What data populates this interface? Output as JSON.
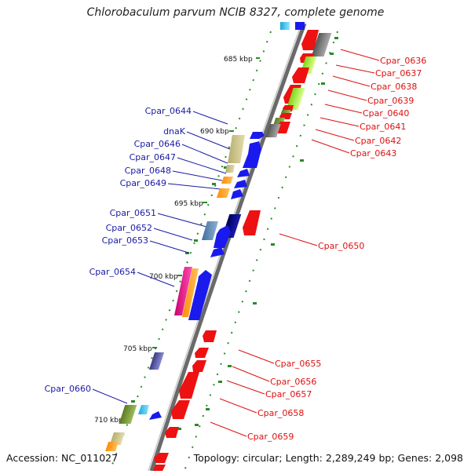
{
  "title": "Chlorobaculum parvum NCIB 8327, complete genome",
  "footer": {
    "accession": "Accession: NC_011027",
    "summary": "Topology: circular; Length: 2,289,249 bp; Genes: 2,098"
  },
  "scale_labels": [
    "685 kbp",
    "690 kbp",
    "695 kbp",
    "700 kbp",
    "705 kbp",
    "710 kbp"
  ],
  "forward_gene_labels": [
    "Cpar_0644",
    "dnaK",
    "Cpar_0646",
    "Cpar_0647",
    "Cpar_0648",
    "Cpar_0649",
    "Cpar_0651",
    "Cpar_0652",
    "Cpar_0653",
    "Cpar_0654",
    "Cpar_0660"
  ],
  "reverse_gene_labels": [
    "Cpar_0636",
    "Cpar_0637",
    "Cpar_0638",
    "Cpar_0639",
    "Cpar_0640",
    "Cpar_0641",
    "Cpar_0642",
    "Cpar_0643",
    "Cpar_0650",
    "Cpar_0655",
    "Cpar_0656",
    "Cpar_0657",
    "Cpar_0658",
    "Cpar_0659"
  ],
  "colors": {
    "forward_label": "#1a1aa6",
    "reverse_label": "#dd1111",
    "forward_gene": "#0000ee",
    "reverse_gene": "#ee1111",
    "backbone": "#888888",
    "tick": "#2a8a2a"
  }
}
